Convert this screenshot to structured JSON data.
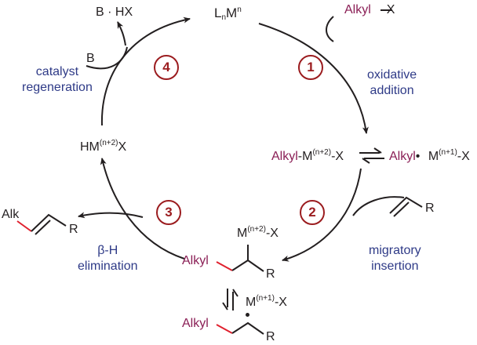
{
  "catalyst": {
    "L": "L",
    "n_sub": "n",
    "M": "M",
    "n_sup": "n"
  },
  "substrate": {
    "alkyl": "Alkyl",
    "x": "X"
  },
  "steps": [
    {
      "number": "1",
      "label_lines": [
        "oxidative",
        "addition"
      ]
    },
    {
      "number": "2",
      "label_lines": [
        "migratory",
        "insertion"
      ]
    },
    {
      "number": "3",
      "label_lines": [
        "β-H",
        "elimination"
      ]
    },
    {
      "number": "4",
      "label_lines": [
        "catalyst",
        "regeneration"
      ]
    }
  ],
  "oxidative_adduct": {
    "alkyl": "Alkyl",
    "mid": "-M",
    "ox": "(n+2)",
    "end": "-X"
  },
  "radical_pair": {
    "alkyl": "Alkyl",
    "dot": "•",
    "m": "M",
    "ox": "(n+1)",
    "end": "-X"
  },
  "alkene": {
    "r": "R"
  },
  "insertion_product": {
    "alkyl": "Alkyl",
    "m": "M",
    "ox": "(n+2)",
    "end": "-X",
    "r": "R"
  },
  "radical_intermediate": {
    "alkyl": "Alkyl",
    "m": "M",
    "ox": "(n+1)",
    "end": "-X",
    "r": "R"
  },
  "hydride": {
    "hm": "HM",
    "ox": "(n+2)",
    "x": "X"
  },
  "product": {
    "alk": "Alk",
    "r": "R"
  },
  "base": {
    "b": "B",
    "bhx": "B · HX"
  },
  "colors": {
    "alkyl": "#8a1e55",
    "step_badge": "#9b1c1f",
    "step_text": "#2e3a87",
    "new_bond": "#e0212e",
    "ink": "#231f20"
  }
}
